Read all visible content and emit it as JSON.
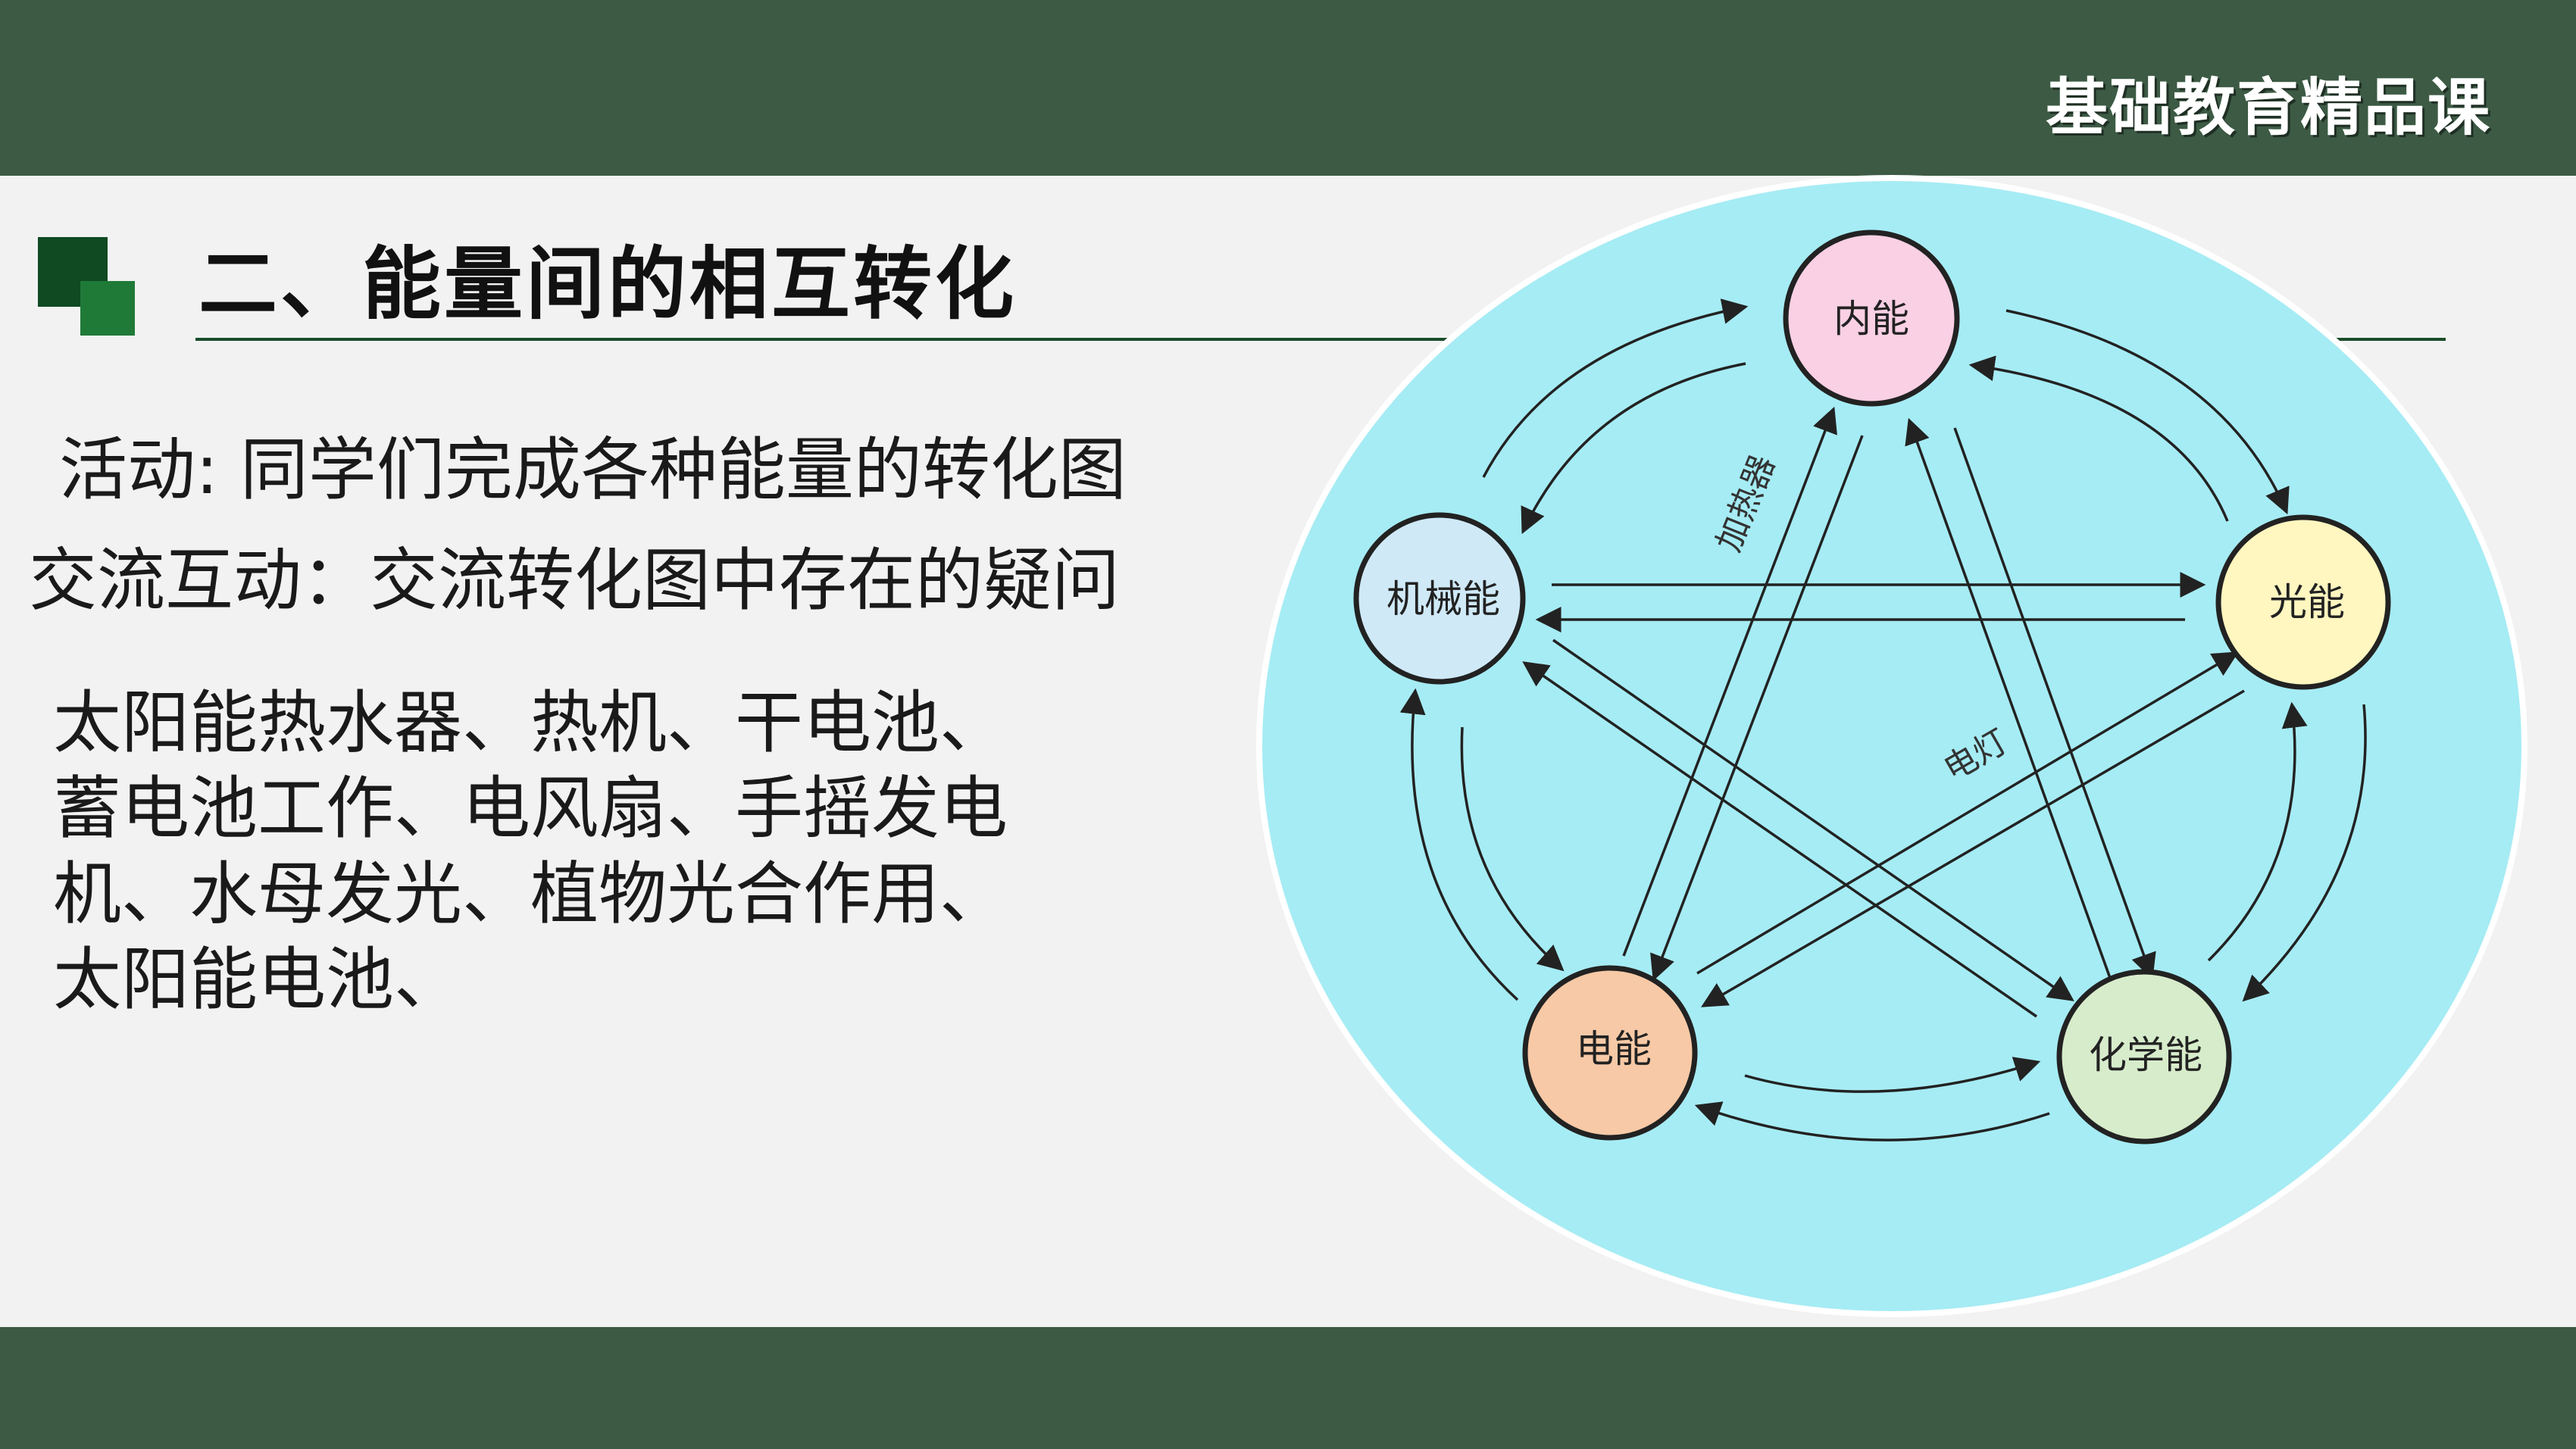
{
  "brand": "基础教育精品课",
  "title": "二、能量间的相互转化",
  "lines": {
    "activity": "活动: 同学们完成各种能量的转化图",
    "discussion": "交流互动：交流转化图中存在的疑问"
  },
  "paragraph": [
    "太阳能热水器、热机、干电池、",
    "蓄电池工作、电风扇、手摇发电",
    "机、水母发光、植物光合作用、",
    "太阳能电池、"
  ],
  "diagram": {
    "nodes": {
      "internal": {
        "label": "内能",
        "color": "#f9d0e4"
      },
      "mechanical": {
        "label": "机械能",
        "color": "#cfe9f7"
      },
      "light": {
        "label": "光能",
        "color": "#fff6c0"
      },
      "electric": {
        "label": "电能",
        "color": "#f7c9a6"
      },
      "chemical": {
        "label": "化学能",
        "color": "#d7eccb"
      }
    },
    "annotations": {
      "heater": "加热器",
      "lamp": "电灯"
    },
    "colors": {
      "background": "#a6ecf4",
      "stroke": "#222222"
    }
  }
}
